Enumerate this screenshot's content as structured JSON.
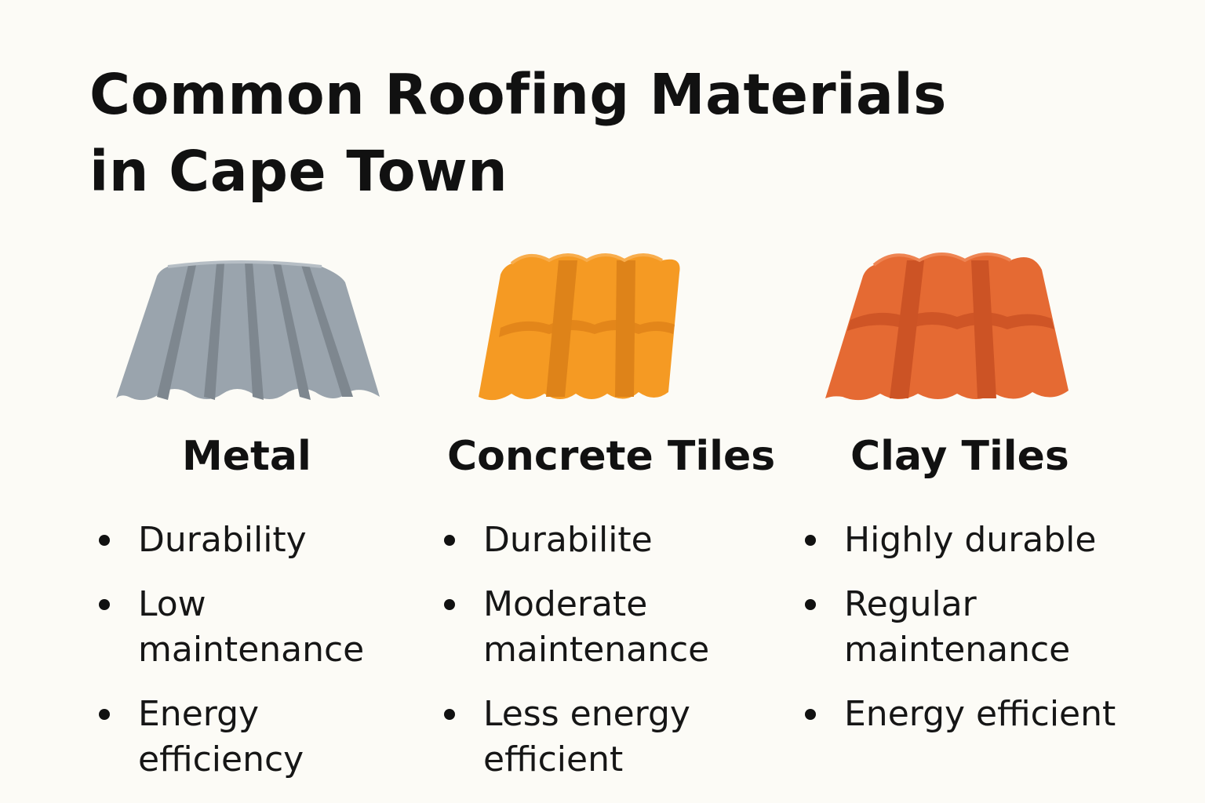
{
  "title": {
    "line1": "Common Roofing Materials",
    "line2": "in Cape Town"
  },
  "materials": [
    {
      "name": "Metal",
      "icon": "corrugated-metal-sheet-icon",
      "color": "#9aa4ad",
      "features": [
        "Durability",
        "Low maintenance",
        "Energy efficiency"
      ]
    },
    {
      "name": "Concrete Tiles",
      "icon": "concrete-roof-tiles-icon",
      "color": "#f59a23",
      "features": [
        "Durabilite",
        "Moderate maintenance",
        "Less energy efficient"
      ]
    },
    {
      "name": "Clay Tiles",
      "icon": "clay-roof-tiles-icon",
      "color": "#e56a33",
      "features": [
        "Highly durable",
        "Regular maintenance",
        "Energy efficient"
      ]
    }
  ]
}
